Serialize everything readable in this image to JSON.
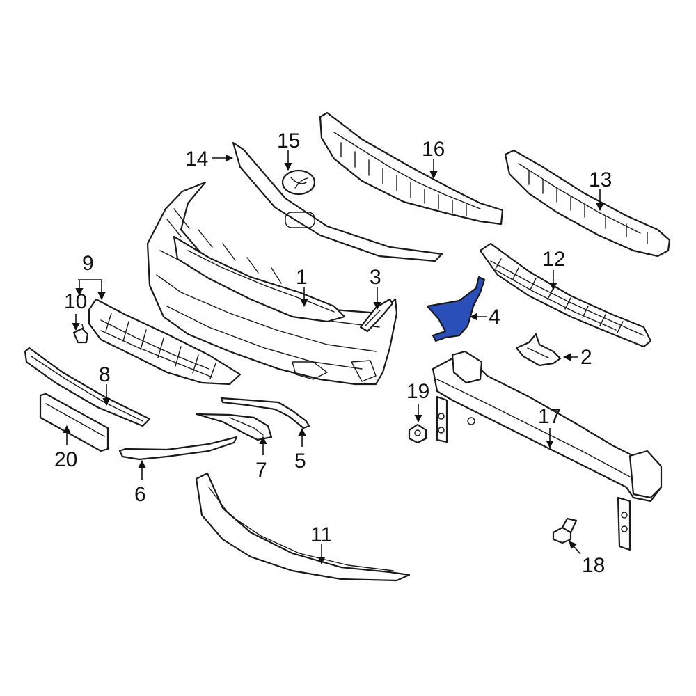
{
  "highlight_color": "#2b4fb8",
  "callouts": [
    {
      "id": "c1",
      "label": "1"
    },
    {
      "id": "c2",
      "label": "2"
    },
    {
      "id": "c3",
      "label": "3"
    },
    {
      "id": "c4",
      "label": "4"
    },
    {
      "id": "c5",
      "label": "5"
    },
    {
      "id": "c6",
      "label": "6"
    },
    {
      "id": "c7",
      "label": "7"
    },
    {
      "id": "c8",
      "label": "8"
    },
    {
      "id": "c9",
      "label": "9"
    },
    {
      "id": "c10",
      "label": "10"
    },
    {
      "id": "c11",
      "label": "11"
    },
    {
      "id": "c12",
      "label": "12"
    },
    {
      "id": "c13",
      "label": "13"
    },
    {
      "id": "c14",
      "label": "14"
    },
    {
      "id": "c15",
      "label": "15"
    },
    {
      "id": "c16",
      "label": "16"
    },
    {
      "id": "c17",
      "label": "17"
    },
    {
      "id": "c18",
      "label": "18"
    },
    {
      "id": "c19",
      "label": "19"
    },
    {
      "id": "c20",
      "label": "20"
    }
  ]
}
